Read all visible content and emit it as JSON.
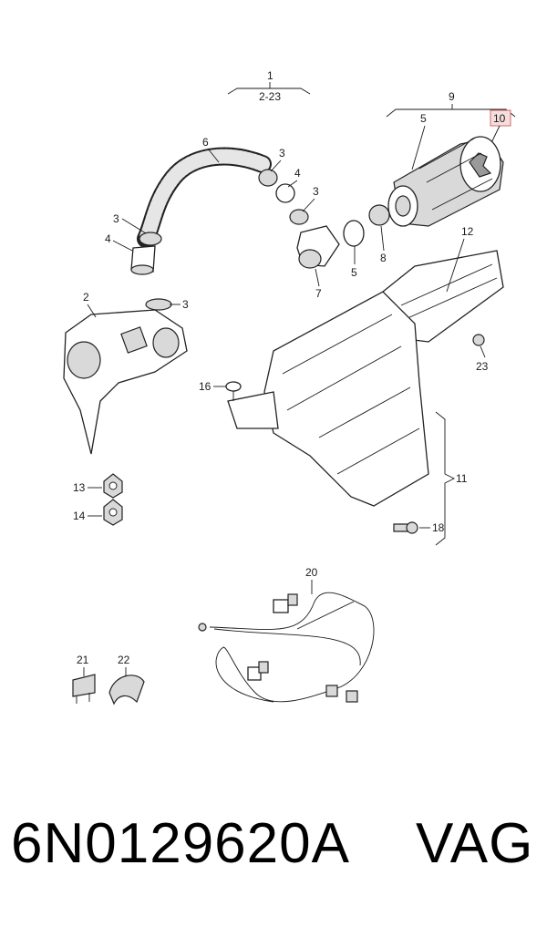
{
  "callouts": {
    "c1": "1",
    "c1_ref": "2-23",
    "c2": "2",
    "c3a": "3",
    "c3b": "3",
    "c3c": "3",
    "c3d": "3",
    "c4a": "4",
    "c4b": "4",
    "c5a": "5",
    "c5b": "5",
    "c6": "6",
    "c7": "7",
    "c8": "8",
    "c9": "9",
    "c10": "10",
    "c11": "11",
    "c12": "12",
    "c13": "13",
    "c14": "14",
    "c16": "16",
    "c18": "18",
    "c20": "20",
    "c21": "21",
    "c22": "22",
    "c23": "23"
  },
  "footer": {
    "part_number": "6N0129620A",
    "brand": "VAG"
  },
  "colors": {
    "line": "#1a1a1a",
    "highlight_fill": "#f6dede",
    "highlight_stroke": "#d06a6a"
  }
}
